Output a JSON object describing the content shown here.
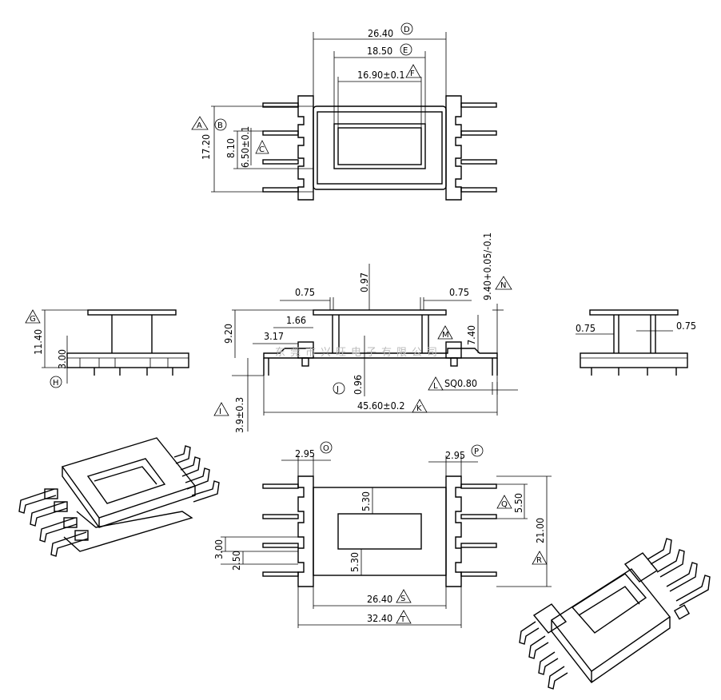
{
  "dimensions": {
    "d_26_40_top": "26.40",
    "d_18_50": "18.50",
    "d_16_90": "16.90±0.1",
    "d_17_20": "17.20",
    "d_8_10": "8.10",
    "d_6_50": "6.50±0.1",
    "d_0_75_left": "0.75",
    "d_0_97": "0.97",
    "d_0_75_right": "0.75",
    "d_9_40": "9.40+0.05/-0.1",
    "d_9_20": "9.20",
    "d_1_66": "1.66",
    "d_3_17": "3.17",
    "d_7_40": "7.40",
    "d_0_96": "0.96",
    "d_sq0_80": "SQ0.80",
    "d_45_60": "45.60±0.2",
    "d_3_9": "3.9±0.3",
    "d_11_40": "11.40",
    "d_3_00_side": "3.00",
    "d_0_75_side_l": "0.75",
    "d_0_75_side_r": "0.75",
    "d_2_95_left": "2.95",
    "d_2_95_right": "2.95",
    "d_5_30_top": "5.30",
    "d_5_30_bot": "5.30",
    "d_5_50": "5.50",
    "d_21_00": "21.00",
    "d_3_00_bot": "3.00",
    "d_2_50": "2.50",
    "d_26_40_bot": "26.40",
    "d_32_40": "32.40"
  },
  "markers": {
    "A": "A",
    "B": "B",
    "C": "C",
    "D": "D",
    "E": "E",
    "F": "F",
    "G": "G",
    "H": "H",
    "I": "I",
    "J": "J",
    "K": "K",
    "L": "L",
    "M": "M",
    "N": "N",
    "O": "O",
    "P": "P",
    "Q": "Q",
    "R": "R",
    "S": "S",
    "T": "T"
  },
  "watermark": "东莞市兴旺电子有限公司"
}
